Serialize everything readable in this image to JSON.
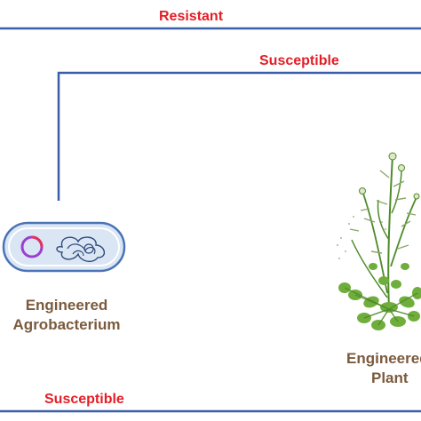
{
  "labels": {
    "resistant": "Resistant",
    "susceptible_top": "Susceptible",
    "susceptible_bottom": "Susceptible",
    "agro_line1": "Engineered",
    "agro_line2": "Agrobacterium",
    "plant_line1": "Engineered",
    "plant_line2": "Plant"
  },
  "colors": {
    "connector": "#3b5ea8",
    "arrow_label": "#e41e26",
    "caption": "#7b5a3d",
    "bacterium_fill": "#dbe6f5",
    "bacterium_outline": "#4a74b5",
    "plasmid": "#9a3fd1",
    "plant_leaf": "#6fae3a",
    "plant_stem": "#4f8a2a"
  },
  "icons": {
    "bacterium": "agrobacterium-icon",
    "plasmid": "plasmid-icon",
    "chromosome": "chromosome-icon",
    "plant": "plant-icon"
  }
}
